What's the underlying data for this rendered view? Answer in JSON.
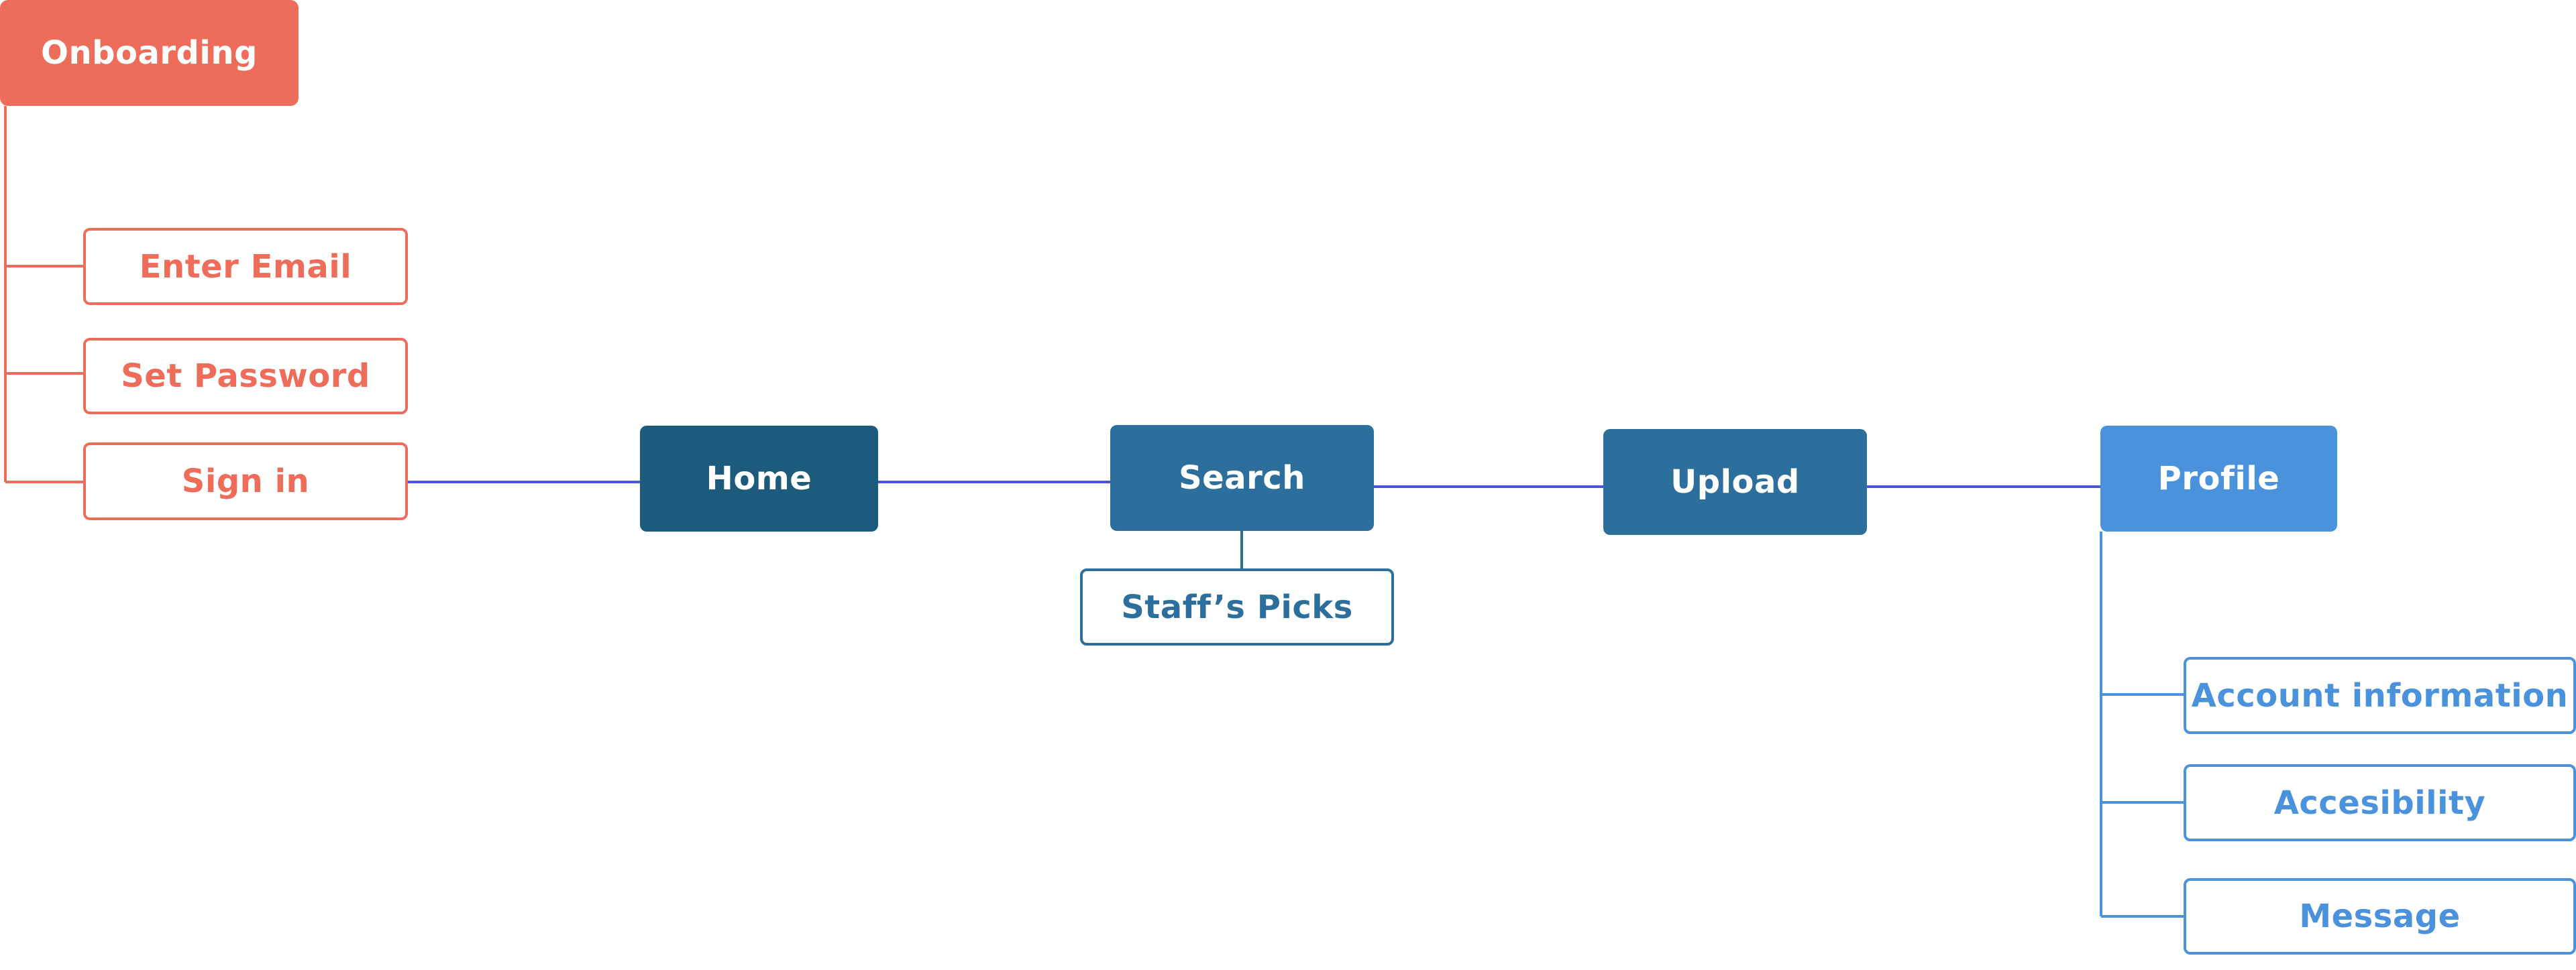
{
  "diagram": {
    "onboarding": {
      "title": "Onboarding",
      "steps": [
        "Enter Email",
        "Set Password",
        "Sign in"
      ]
    },
    "main_flow": [
      "Home",
      "Search",
      "Upload",
      "Profile"
    ],
    "search_children": [
      "Staff’s Picks"
    ],
    "profile_children": [
      "Account information",
      "Accesibility",
      "Message"
    ]
  },
  "colors": {
    "onboarding": "#ee6c5a",
    "home": "#1d5b7d",
    "search_upload": "#2d6f9c",
    "profile": "#4b92dc",
    "main_connector": "#4b56d9"
  }
}
